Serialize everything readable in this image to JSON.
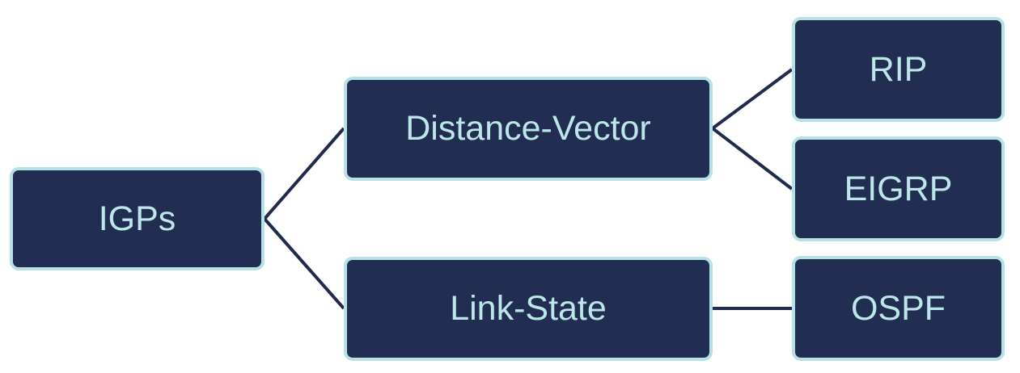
{
  "diagram": {
    "root": {
      "label": "IGPs"
    },
    "categories": [
      {
        "label": "Distance-Vector",
        "protocols": [
          "RIP",
          "EIGRP"
        ]
      },
      {
        "label": "Link-State",
        "protocols": [
          "OSPF"
        ]
      }
    ]
  },
  "colors": {
    "box_fill": "#212e52",
    "box_border": "#b6e1e5",
    "text": "#bde6ea",
    "connector": "#1f2a4d",
    "background": "#ffffff"
  }
}
